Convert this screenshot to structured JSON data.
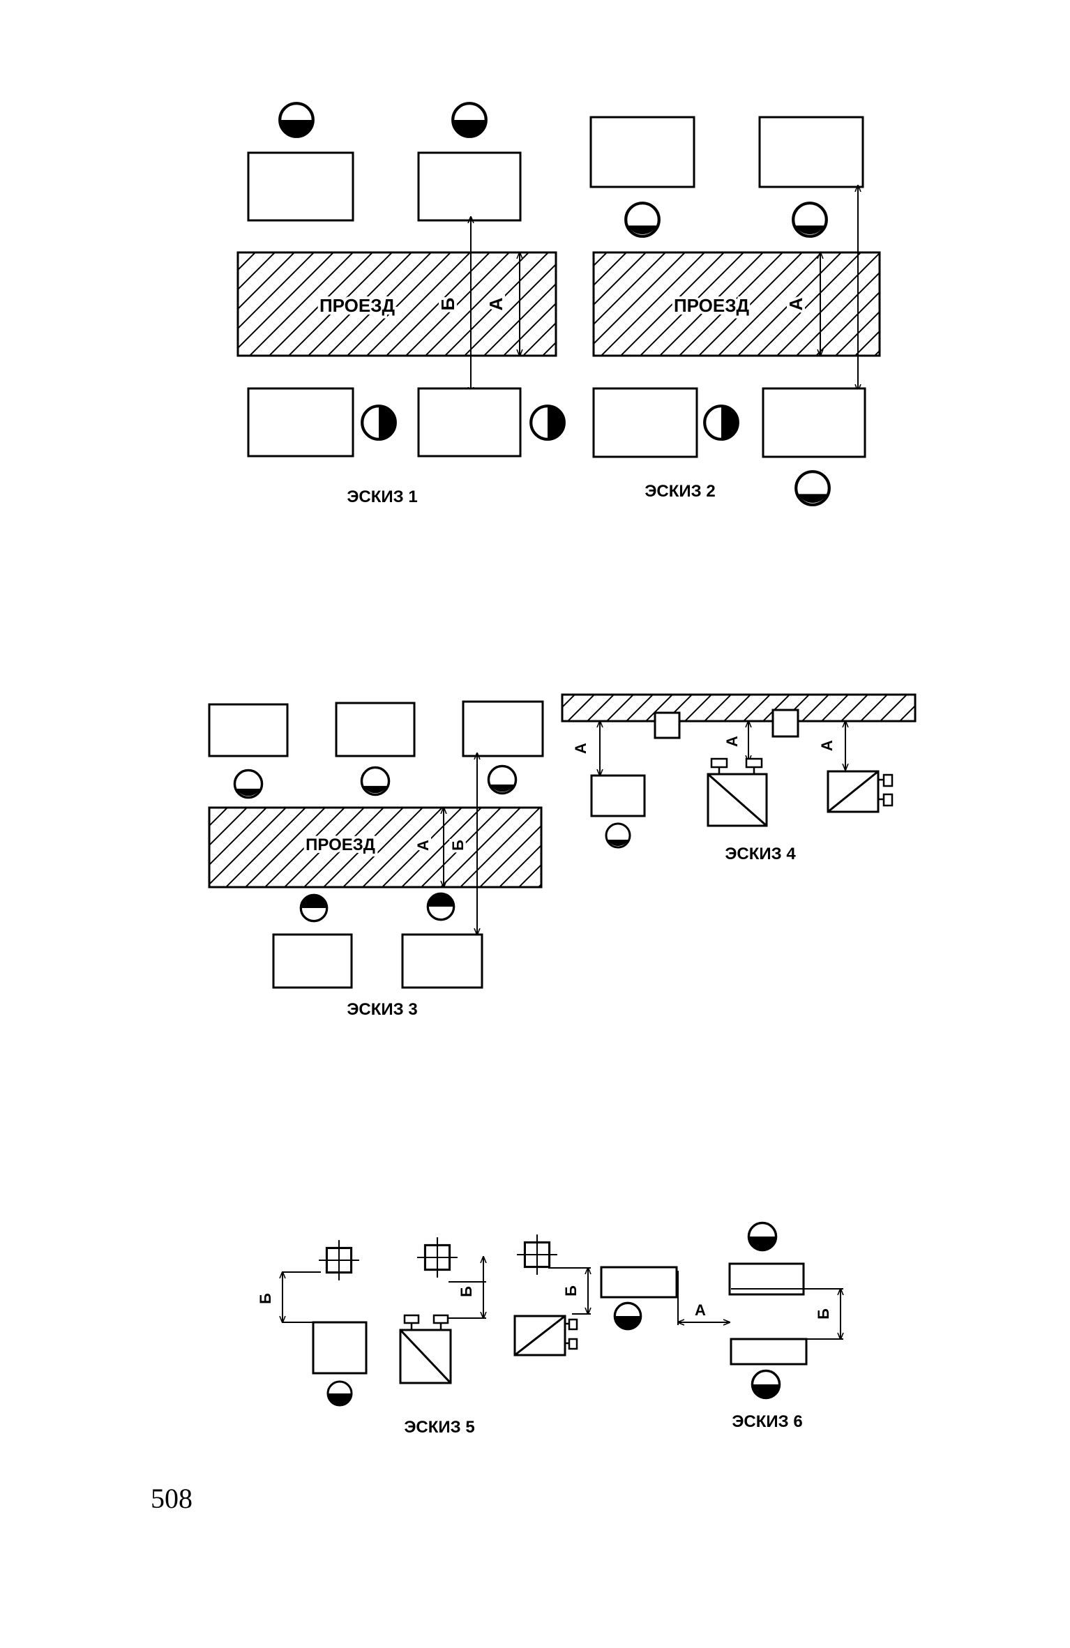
{
  "sketches": {
    "s1": {
      "caption": "ЭСКИЗ 1",
      "road": "ПРОЕЗД",
      "dim_a": "А",
      "dim_b": "Б"
    },
    "s2": {
      "caption": "ЭСКИЗ 2",
      "road": "ПРОЕЗД",
      "dim_a": "А"
    },
    "s3": {
      "caption": "ЭСКИЗ 3",
      "road": "ПРОЕЗД",
      "dim_a": "А",
      "dim_b": "Б"
    },
    "s4": {
      "caption": "ЭСКИЗ 4",
      "dim_a": "А"
    },
    "s5": {
      "caption": "ЭСКИЗ 5",
      "dim_b": "Б"
    },
    "s6": {
      "caption": "ЭСКИЗ 6",
      "dim_a": "А",
      "dim_b": "Б"
    }
  },
  "page_number": "508"
}
